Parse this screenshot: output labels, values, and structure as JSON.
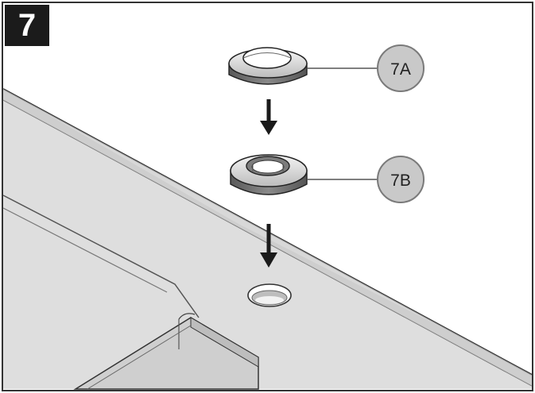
{
  "step": {
    "number": "7"
  },
  "callouts": [
    {
      "label": "7A"
    },
    {
      "label": "7B"
    }
  ],
  "colors": {
    "panel": "#dcdcdc",
    "outline": "#2a2a2a",
    "callout_fill": "#c9c9c9",
    "badge": "#1b1b1b"
  },
  "icons": [
    "down-arrow-icon",
    "down-arrow-icon"
  ]
}
